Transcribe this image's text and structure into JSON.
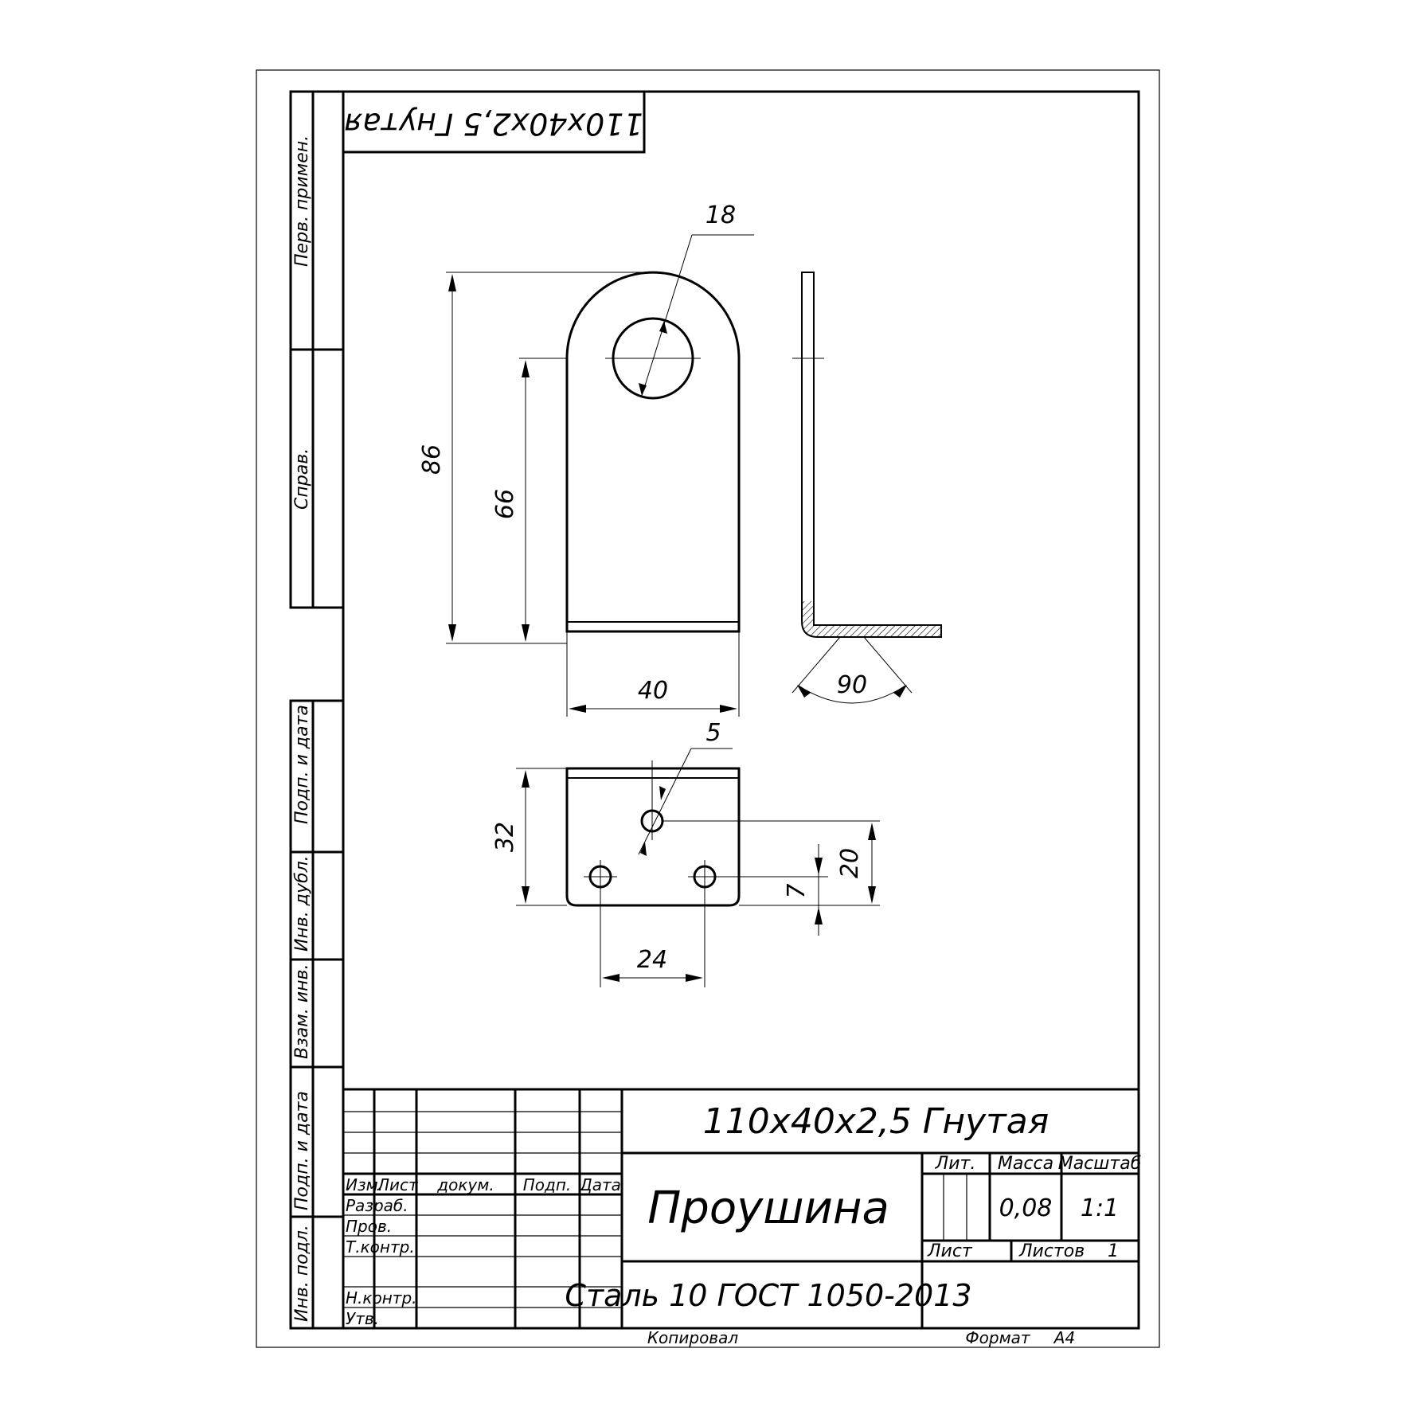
{
  "drawing": {
    "designation_rotated": "110х40х2,5 Гнутая",
    "designation": "110х40х2,5 Гнутая",
    "title": "Проушина",
    "material": "Сталь 10 ГОСТ 1050-2013",
    "mass": "0,08",
    "scale": "1:1",
    "sheets_total": "1",
    "copied_label": "Копировал",
    "format_label": "Формат",
    "format_value": "A4"
  },
  "side_columns": {
    "perv_primen": "Перв. примен.",
    "sprav": "Справ.",
    "podp_data_1": "Подп. и дата",
    "inv_dubl": "Инв. дубл.",
    "vzam_inv": "Взам. инв.",
    "podp_data_2": "Подп. и дата",
    "inv_podl": "Инв. подл."
  },
  "title_block": {
    "col_izm": "Изм.",
    "col_list": "Лист",
    "col_dokum": "докум.",
    "col_podp": "Подп.",
    "col_data": "Дата",
    "row_razrab": "Разраб.",
    "row_prov": "Пров.",
    "row_tkontr": "Т.контр.",
    "row_nkontr": "Н.контр.",
    "row_utv": "Утв.",
    "lit_label": "Лит.",
    "mass_label": "Масса",
    "scale_label": "Масштаб",
    "sheet_label": "Лист",
    "sheets_label": "Листов"
  },
  "dimensions": {
    "hole_diameter": "18",
    "height_total": "86",
    "height_to_center": "66",
    "width": "40",
    "bend_angle": "90",
    "small_hole_diameter": "5",
    "flange_height": "32",
    "hole_spacing": "24",
    "bottom_holes_offset": "7",
    "top_hole_offset": "20"
  }
}
